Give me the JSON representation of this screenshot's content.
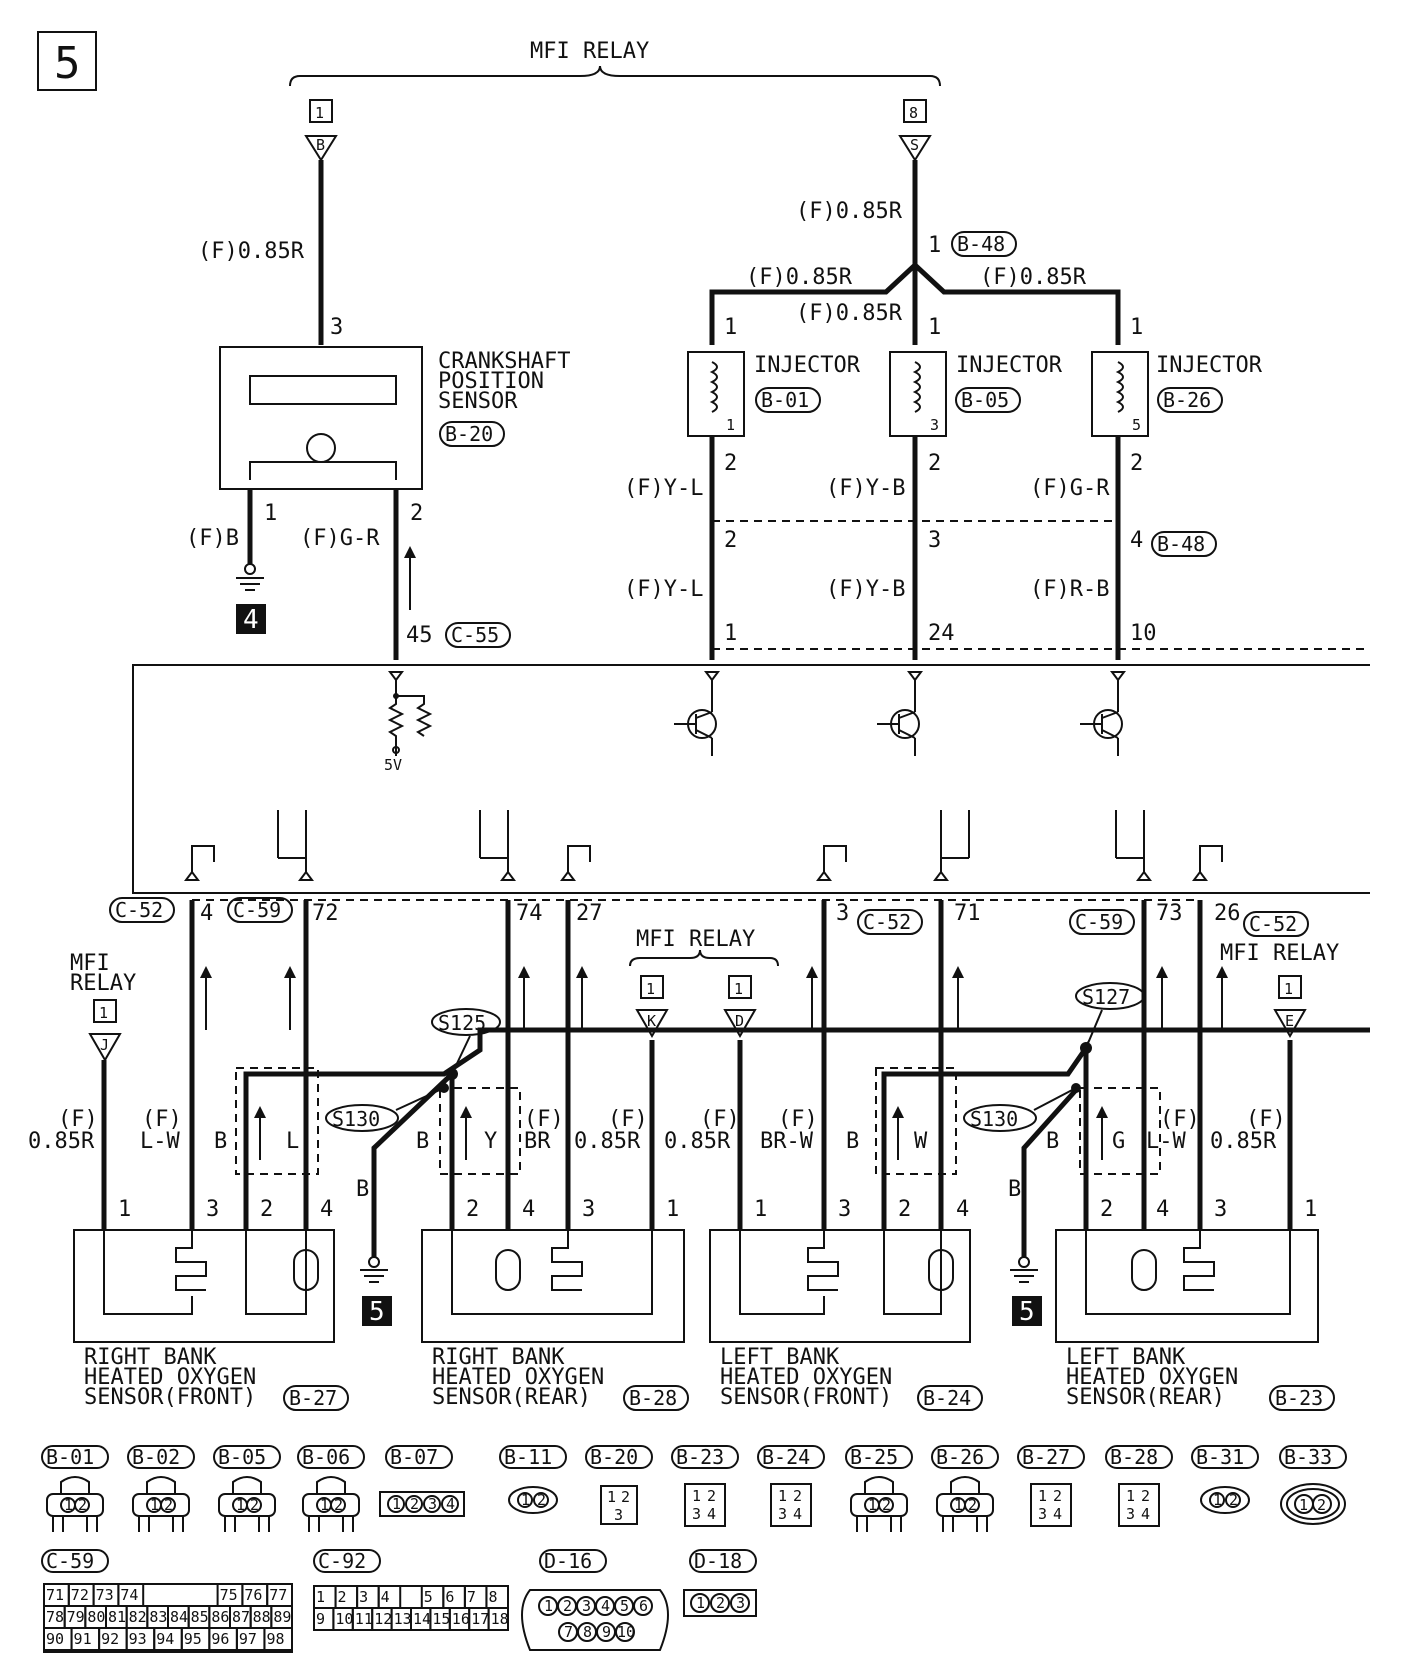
{
  "page_number": "5",
  "mfi_relay": {
    "top_label": "MFI RELAY",
    "term_1": "1",
    "term_8": "8",
    "letter_b": "B",
    "letter_s": "S",
    "sub_label": "MFI RELAY",
    "k": "K",
    "d": "D",
    "j": "J",
    "e": "E",
    "left_relay_line1": "MFI",
    "left_relay_line2": "RELAY",
    "right_relay": "MFI RELAY"
  },
  "crankshaft": {
    "name_line1": "CRANKSHAFT",
    "name_line2": "POSITION",
    "name_line3": "SENSOR",
    "connector": "B-20",
    "wire_top": "(F)0.85R",
    "pin_top": "3",
    "pin_1": "1",
    "pin_2": "2",
    "wire_1": "(F)B",
    "wire_2": "(F)G-R",
    "ground_ref": "4",
    "ecm_pin": "45",
    "ecm_connector": "C-55"
  },
  "injectors": {
    "feed_wire": "(F)0.85R",
    "feed_pin": "1",
    "feed_connector": "B-48",
    "branch_left": "(F)0.85R",
    "branch_mid": "(F)0.85R",
    "branch_right": "(F)0.85R",
    "items": [
      {
        "name": "INJECTOR",
        "connector": "B-01",
        "cyl": "1",
        "pin_in": "1",
        "pin_out": "2",
        "wire_a": "(F)Y-L",
        "b48_pin": "2",
        "wire_b": "(F)Y-L",
        "ecm_pin": "1"
      },
      {
        "name": "INJECTOR",
        "connector": "B-05",
        "cyl": "3",
        "pin_in": "1",
        "pin_out": "2",
        "wire_a": "(F)Y-B",
        "b48_pin": "3",
        "wire_b": "(F)Y-B",
        "ecm_pin": "24"
      },
      {
        "name": "INJECTOR",
        "connector": "B-26",
        "cyl": "5",
        "pin_in": "1",
        "pin_out": "2",
        "wire_a": "(F)G-R",
        "b48_pin": "4",
        "wire_b": "(F)R-B",
        "ecm_pin": "10"
      }
    ],
    "b48_label": "B-48"
  },
  "ecm": {
    "supply": "5V"
  },
  "ecm_pins": [
    {
      "pin": "4",
      "connector": "C-52"
    },
    {
      "pin": "72",
      "connector": "C-59"
    },
    {
      "pin": "74",
      "connector": ""
    },
    {
      "pin": "27",
      "connector": ""
    },
    {
      "pin": "3",
      "connector": "C-52"
    },
    {
      "pin": "71",
      "connector": ""
    },
    {
      "pin": "73",
      "connector": "C-59"
    },
    {
      "pin": "26",
      "connector": "C-52"
    }
  ],
  "splices": {
    "s125": "S125",
    "s127": "S127",
    "s130a": "S130",
    "s130b": "S130"
  },
  "ground_ref_5": "5",
  "wire_labels": {
    "f": "(F)",
    "r085": "0.85R",
    "lw": "L-W",
    "b": "B",
    "l": "L",
    "y": "Y",
    "br": "BR",
    "brw": "BR-W",
    "w": "W",
    "g": "G"
  },
  "sensors": [
    {
      "line1": "RIGHT BANK",
      "line2": "HEATED OXYGEN",
      "line3": "SENSOR(FRONT)",
      "connector": "B-27",
      "pins": [
        "1",
        "3",
        "2",
        "4"
      ]
    },
    {
      "line1": "RIGHT BANK",
      "line2": "HEATED OXYGEN",
      "line3": "SENSOR(REAR)",
      "connector": "B-28",
      "pins": [
        "2",
        "4",
        "3",
        "1"
      ]
    },
    {
      "line1": "LEFT BANK",
      "line2": "HEATED OXYGEN",
      "line3": "SENSOR(FRONT)",
      "connector": "B-24",
      "pins": [
        "1",
        "3",
        "2",
        "4"
      ]
    },
    {
      "line1": "LEFT BANK",
      "line2": "HEATED OXYGEN",
      "line3": "SENSOR(REAR)",
      "connector": "B-23",
      "pins": [
        "2",
        "4",
        "3",
        "1"
      ]
    }
  ],
  "connector_legend": {
    "row1": [
      "B-01",
      "B-02",
      "B-05",
      "B-06",
      "B-07",
      "B-11",
      "B-20",
      "B-23",
      "B-24",
      "B-25",
      "B-26",
      "B-27",
      "B-28",
      "B-31",
      "B-33"
    ],
    "row2": [
      "C-59",
      "C-92",
      "D-16",
      "D-18"
    ],
    "pins_12": [
      "1",
      "2"
    ],
    "pins_1234": [
      "1",
      "2",
      "3",
      "4"
    ],
    "pins_123": [
      "1",
      "2",
      "3"
    ],
    "c59_rows": [
      [
        "71",
        "72",
        "73",
        "74",
        "",
        "",
        "",
        "75",
        "76",
        "77"
      ],
      [
        "78",
        "79",
        "80",
        "81",
        "82",
        "83",
        "84",
        "85",
        "86",
        "87",
        "88",
        "89"
      ],
      [
        "90",
        "91",
        "92",
        "93",
        "94",
        "95",
        "96",
        "97",
        "98"
      ]
    ],
    "c92_rows": [
      [
        "1",
        "2",
        "3",
        "4",
        "5",
        "6",
        "7",
        "8"
      ],
      [
        "9",
        "10",
        "11",
        "12",
        "13",
        "14",
        "15",
        "16",
        "17",
        "18"
      ]
    ],
    "d16_rows": [
      [
        "1",
        "2",
        "3",
        "4",
        "5",
        "6"
      ],
      [
        "7",
        "8",
        "9",
        "10"
      ]
    ]
  }
}
